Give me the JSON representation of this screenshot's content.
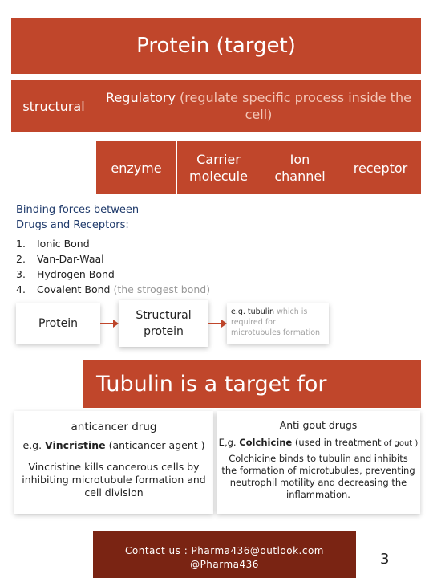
{
  "title": "Protein (target)",
  "categories": {
    "structural": "structural",
    "regulatory_main": "Regulatory",
    "regulatory_note": "(regulate specific process inside the cell)"
  },
  "regulatory_types": {
    "enzyme": "enzyme",
    "carrier_line1": "Carrier",
    "carrier_line2": "molecule",
    "ion_line1": "Ion",
    "ion_line2": "channel",
    "receptor": "receptor"
  },
  "binding_forces": {
    "heading_line1": "Binding forces between",
    "heading_line2": "Drugs  and Receptors:",
    "items": [
      {
        "num": "1.",
        "text": "Ionic Bond",
        "note": ""
      },
      {
        "num": "2.",
        "text": "Van-Dar-Waal",
        "note": ""
      },
      {
        "num": "3.",
        "text": "Hydrogen Bond",
        "note": ""
      },
      {
        "num": "4.",
        "text": "Covalent Bond",
        "note": "(the strogest bond)"
      }
    ]
  },
  "flow": {
    "protein": "Protein",
    "structural_line1": "Structural",
    "structural_line2": "protein",
    "example_main": "e.g. tubulin",
    "example_rest": "which is required for microtubules formation"
  },
  "tubulin_banner": "Tubulin is a target for",
  "anticancer": {
    "heading": "anticancer drug",
    "example_prefix": "e.g. ",
    "example_drug": "Vincristine",
    "example_suffix": " (anticancer agent )",
    "desc_line1": "Vincristine kills cancerous cells by",
    "desc_line2": "inhibiting microtubule formation and",
    "desc_line3": "cell division"
  },
  "antigout": {
    "heading": "Anti gout drugs",
    "example_prefix": "E,g. ",
    "example_drug": "Colchicine",
    "example_suffix": "  (used in treatment",
    "example_tail": " of gout )",
    "desc_line1": "Colchicine  binds to tubulin and inhibits",
    "desc_line2": "the formation of microtubules, preventing",
    "desc_line3": "neutrophil motility and decreasing the",
    "desc_line4": "inflammation."
  },
  "footer": {
    "contact_line1": "Contact us : Pharma436@outlook.com",
    "contact_line2": "@Pharma436",
    "page_number": "3"
  },
  "colors": {
    "accent": "#c0462b",
    "footer_bar": "#7a2413"
  }
}
